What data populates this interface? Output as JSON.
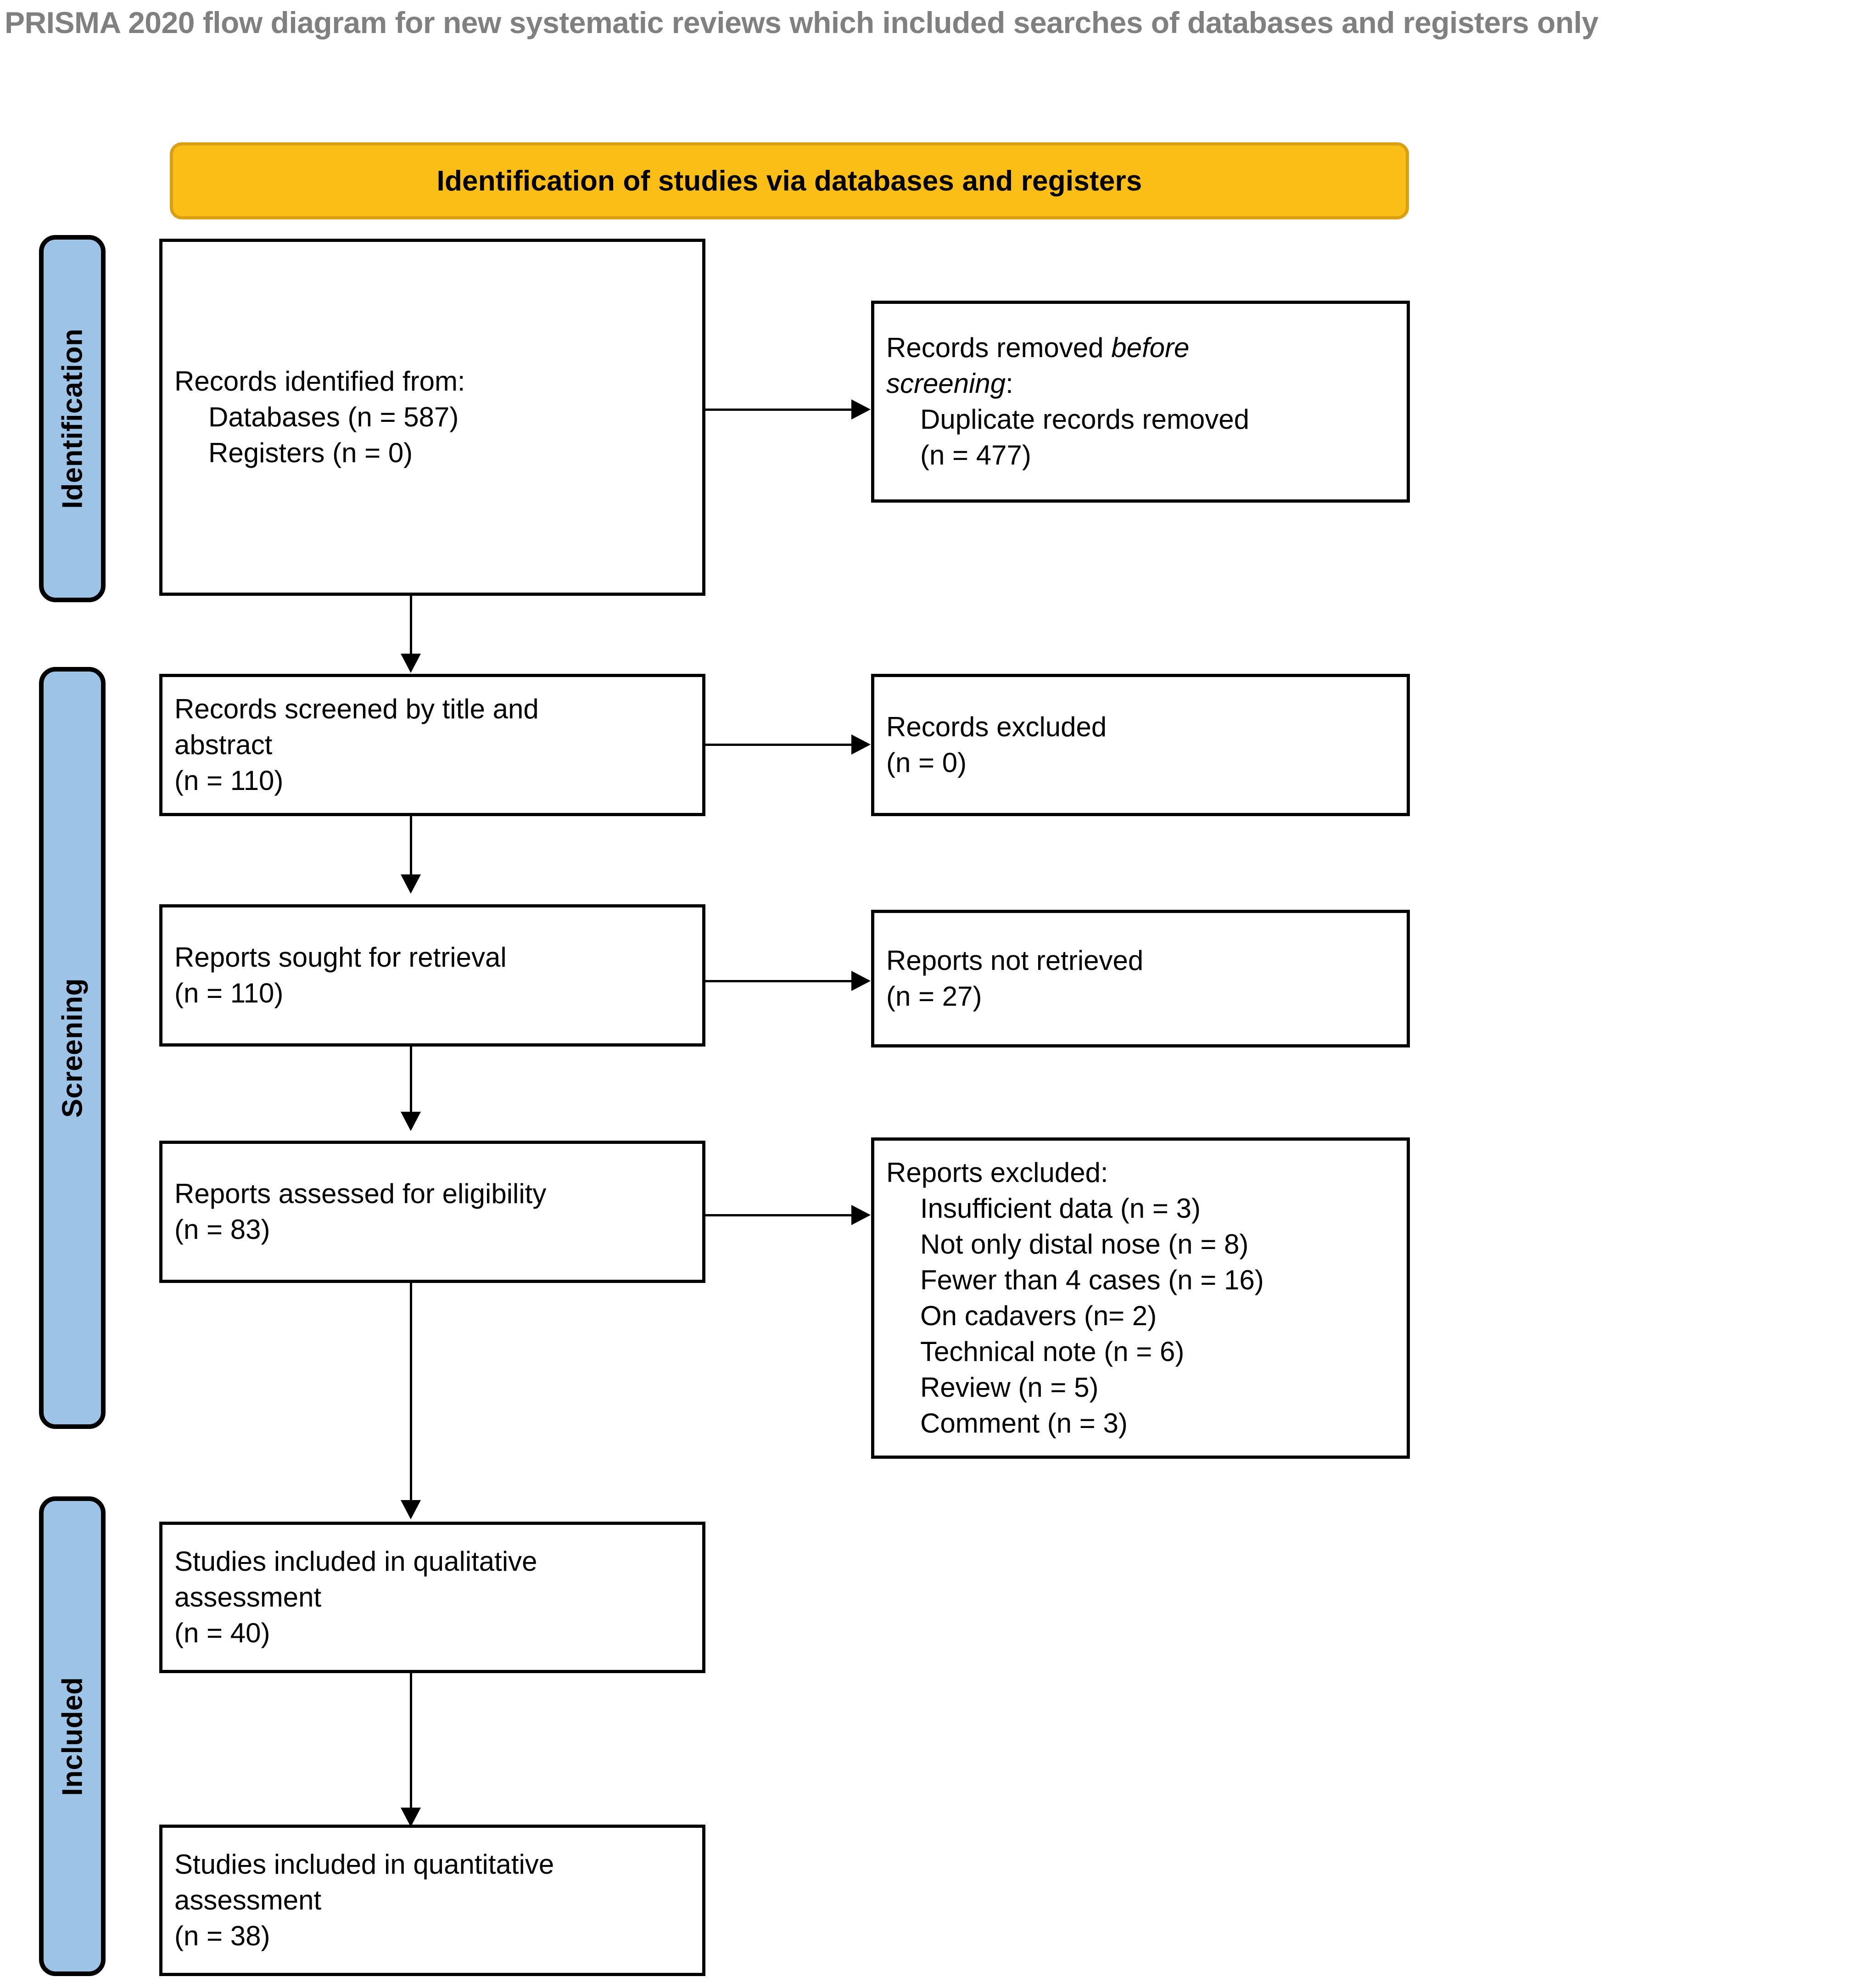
{
  "title": "PRISMA 2020 flow diagram for new systematic reviews which included searches of databases and registers only",
  "colors": {
    "banner_fill": "#FBBE17",
    "banner_border": "#D9A013",
    "phase_fill": "#9DC3E6",
    "box_border": "#000000",
    "title_text": "#808080"
  },
  "phases": [
    {
      "id": "identification",
      "label": "Identification"
    },
    {
      "id": "screening",
      "label": "Screening"
    },
    {
      "id": "included",
      "label": "Included"
    }
  ],
  "banner": {
    "label": "Identification of studies via databases and registers"
  },
  "boxes": {
    "records_identified": {
      "name": "Records identified from:",
      "lines": [
        {
          "text": "Records identified from:",
          "indent": false
        },
        {
          "text": "Databases (n = 587)",
          "indent": true
        },
        {
          "text": "Registers (n = 0)",
          "indent": true
        }
      ]
    },
    "records_removed": {
      "name": "Records removed before screening:",
      "lines": [
        {
          "text": "Records removed ",
          "italic_tail": "before",
          "indent": false
        },
        {
          "text": "screening",
          "italic_head": true,
          "suffix": ":",
          "indent": false
        },
        {
          "text": "Duplicate records removed",
          "indent": true
        },
        {
          "text": "(n = 477)",
          "indent": true
        }
      ]
    },
    "records_screened": {
      "name": "Records screened by title and abstract",
      "lines": [
        {
          "text": "Records screened by title and",
          "indent": false
        },
        {
          "text": "abstract",
          "indent": false
        },
        {
          "text": "(n = 110)",
          "indent": false
        }
      ]
    },
    "records_excluded": {
      "name": "Records excluded",
      "lines": [
        {
          "text": "Records excluded",
          "indent": false
        },
        {
          "text": "(n = 0)",
          "indent": false
        }
      ]
    },
    "reports_sought": {
      "name": "Reports sought for retrieval",
      "lines": [
        {
          "text": "Reports sought for retrieval",
          "indent": false
        },
        {
          "text": "(n = 110)",
          "indent": false
        }
      ]
    },
    "reports_not_retrieved": {
      "name": "Reports not retrieved",
      "lines": [
        {
          "text": "Reports not retrieved",
          "indent": false
        },
        {
          "text": "(n = 27)",
          "indent": false
        }
      ]
    },
    "reports_assessed": {
      "name": "Reports assessed for eligibility",
      "lines": [
        {
          "text": "Reports assessed for eligibility",
          "indent": false
        },
        {
          "text": "(n = 83)",
          "indent": false
        }
      ]
    },
    "reports_excluded": {
      "name": "Reports excluded",
      "lines": [
        {
          "text": "Reports excluded:",
          "indent": false
        },
        {
          "text": "Insufficient data (n = 3)",
          "indent": true
        },
        {
          "text": "Not only distal nose (n = 8)",
          "indent": true
        },
        {
          "text": "Fewer than 4 cases (n = 16)",
          "indent": true
        },
        {
          "text": "On cadavers (n= 2)",
          "indent": true
        },
        {
          "text": "Technical note (n = 6)",
          "indent": true
        },
        {
          "text": "Review (n = 5)",
          "indent": true
        },
        {
          "text": "Comment (n = 3)",
          "indent": true
        }
      ]
    },
    "studies_qualitative": {
      "name": "Studies included in qualitative assessment",
      "lines": [
        {
          "text": "Studies included in qualitative",
          "indent": false
        },
        {
          "text": "assessment",
          "indent": false
        },
        {
          "text": "(n = 40)",
          "indent": false
        }
      ]
    },
    "studies_quantitative": {
      "name": "Studies included in quantitative assessment",
      "lines": [
        {
          "text": "Studies included in quantitative",
          "indent": false
        },
        {
          "text": "assessment",
          "indent": false
        },
        {
          "text": "(n = 38)",
          "indent": false
        }
      ]
    }
  },
  "chart_data": {
    "type": "diagram",
    "title": "PRISMA 2020 flow diagram for new systematic reviews which included searches of databases and registers only",
    "nodes": [
      {
        "id": "records_identified",
        "phase": "Identification",
        "label": "Records identified from",
        "values": {
          "Databases": 587,
          "Registers": 0
        }
      },
      {
        "id": "records_removed",
        "phase": "Identification",
        "label": "Records removed before screening",
        "values": {
          "Duplicate records removed": 477
        }
      },
      {
        "id": "records_screened",
        "phase": "Screening",
        "label": "Records screened by title and abstract",
        "n": 110
      },
      {
        "id": "records_excluded",
        "phase": "Screening",
        "label": "Records excluded",
        "n": 0
      },
      {
        "id": "reports_sought",
        "phase": "Screening",
        "label": "Reports sought for retrieval",
        "n": 110
      },
      {
        "id": "reports_not_retrieved",
        "phase": "Screening",
        "label": "Reports not retrieved",
        "n": 27
      },
      {
        "id": "reports_assessed",
        "phase": "Screening",
        "label": "Reports assessed for eligibility",
        "n": 83
      },
      {
        "id": "reports_excluded",
        "phase": "Screening",
        "label": "Reports excluded",
        "values": {
          "Insufficient data": 3,
          "Not only distal nose": 8,
          "Fewer than 4 cases": 16,
          "On cadavers": 2,
          "Technical note": 6,
          "Review": 5,
          "Comment": 3
        }
      },
      {
        "id": "studies_qualitative",
        "phase": "Included",
        "label": "Studies included in qualitative assessment",
        "n": 40
      },
      {
        "id": "studies_quantitative",
        "phase": "Included",
        "label": "Studies included in quantitative assessment",
        "n": 38
      }
    ],
    "edges": [
      {
        "from": "records_identified",
        "to": "records_removed",
        "direction": "right"
      },
      {
        "from": "records_identified",
        "to": "records_screened",
        "direction": "down"
      },
      {
        "from": "records_screened",
        "to": "records_excluded",
        "direction": "right"
      },
      {
        "from": "records_screened",
        "to": "reports_sought",
        "direction": "down"
      },
      {
        "from": "reports_sought",
        "to": "reports_not_retrieved",
        "direction": "right"
      },
      {
        "from": "reports_sought",
        "to": "reports_assessed",
        "direction": "down"
      },
      {
        "from": "reports_assessed",
        "to": "reports_excluded",
        "direction": "right"
      },
      {
        "from": "reports_assessed",
        "to": "studies_qualitative",
        "direction": "down"
      },
      {
        "from": "studies_qualitative",
        "to": "studies_quantitative",
        "direction": "down"
      }
    ]
  }
}
